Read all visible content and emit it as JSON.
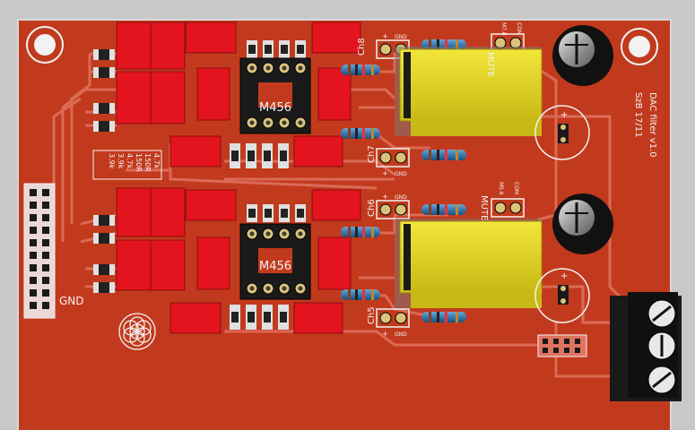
{
  "board": {
    "title": "DAC filter v1.0",
    "subtitle": "SzB 17/11",
    "gnd_label": "GND",
    "ic_label": "M456",
    "mute_label": "MUTE",
    "resistor_values": [
      "4.7k",
      "150R",
      "150R",
      "4.7k",
      "3.9k",
      "3.9k"
    ],
    "channels": [
      "Ch8",
      "Ch7",
      "Ch6",
      "Ch5"
    ],
    "pin_plus": "+",
    "pin_gnd": "GND",
    "relay_pins": [
      "M7.8",
      "COM"
    ],
    "relay_pins_lower": [
      "M5.6",
      "COM"
    ],
    "colors": {
      "board": "#c23a1d",
      "trace": "#e07360",
      "smd": "#e3141d",
      "relay": "#e8d92a",
      "silk": "#f2f2f2"
    },
    "icons": [
      "flower-of-life-logo",
      "mounting-hole",
      "capacitor-top",
      "screw-terminal"
    ]
  }
}
